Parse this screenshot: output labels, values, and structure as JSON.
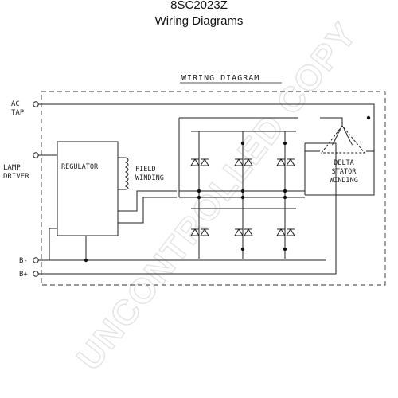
{
  "header": {
    "part_number": "8SC2023Z",
    "subtitle": "Wiring Diagrams"
  },
  "diagram": {
    "label": "WIRING DIAGRAM",
    "terminals": {
      "ac_tap_line1": "AC",
      "ac_tap_line2": "TAP",
      "lamp_driver_line1": "LAMP",
      "lamp_driver_line2": "DRIVER",
      "b_minus": "B-",
      "b_plus": "B+"
    },
    "regulator": "REGULATOR",
    "field_line1": "FIELD",
    "field_line2": "WINDING",
    "stator_line1": "DELTA",
    "stator_line2": "STATOR",
    "stator_line3": "WINDING"
  },
  "watermark": "UNCONTROLLED COPY"
}
